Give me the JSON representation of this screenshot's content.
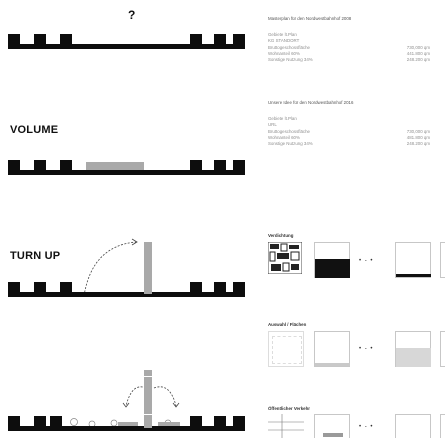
{
  "question": "?",
  "heading_volume": "VOLUME",
  "heading_turn_up": "TURN UP",
  "block1": {
    "title": "Masterplan für den Nordwestbahnhof 2008",
    "group_lines": [
      "Gebiete lt.Plan",
      "KG STANDORT"
    ],
    "stats": [
      {
        "label": "Bruttogeschossfläche",
        "value": "730,000 qm"
      },
      {
        "label": "Wohnanteil 60%",
        "value": "441.800 qm"
      },
      {
        "label": "Sonstige Nutzung 34%",
        "value": "248.200 qm"
      }
    ]
  },
  "block2": {
    "title": "Unsere Idee für den Nordwestbahnhof 2016",
    "group_lines": [
      "Gebiete lt.Plan",
      "URL"
    ],
    "stats": [
      {
        "label": "Bruttogeschossfläche",
        "value": "730,000 qm"
      },
      {
        "label": "Wohnanteil 60%",
        "value": "481.800 qm"
      },
      {
        "label": "Sonstige Nutzung 34%",
        "value": "248.200 qm"
      }
    ]
  },
  "panels": {
    "p1_label": "Verdichtung",
    "p2_label": "Auswahl / Flächen",
    "p3_label": "Öffentlicher Verkehr"
  },
  "dots": "• - •"
}
